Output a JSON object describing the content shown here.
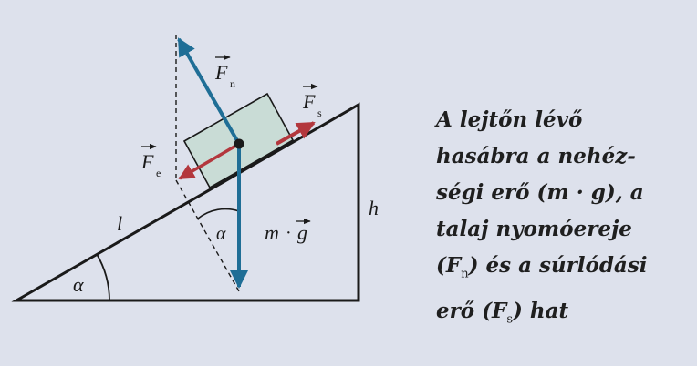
{
  "colors": {
    "background": "#dde1ec",
    "incline": "#1a1a1a",
    "block_fill": "#c9dcd6",
    "force_blue": "#1f6e96",
    "force_red": "#b3373d"
  },
  "icons": [
    "arrow-head",
    "vector-arrow-over-letter"
  ],
  "labels": {
    "F": "F",
    "n_sub": "n",
    "s_sub": "s",
    "e_sub": "e",
    "l": "l",
    "h": "h",
    "alpha_base": "α",
    "alpha_inner": "α",
    "m": "m",
    "dot": "·",
    "g": "g"
  },
  "caption": {
    "line1": "A lejtőn lévő",
    "line2": "hasábra a nehéz-",
    "line3": "ségi erő (m · g), a",
    "line4": "talaj nyomóereje",
    "line5_pre": "(F",
    "line5_sub": "n",
    "line5_post": ") és a súrlódási",
    "line6_pre": "erő (F",
    "line6_sub": "s",
    "line6_post": ") hat"
  }
}
